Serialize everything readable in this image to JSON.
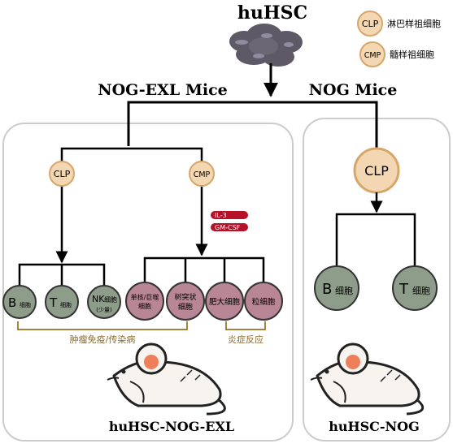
{
  "title": "huHSC",
  "legend": {
    "clp_abbr": "CLP",
    "clp_label": "淋巴样祖细胞",
    "cmp_abbr": "CMP",
    "cmp_label": "髓样祖细胞"
  },
  "left_mouse_label": "NOG-EXL Mice",
  "right_mouse_label": "NOG Mice",
  "left_panel": {
    "clp": "CLP",
    "cmp": "CMP",
    "cytokines": [
      "IL-3",
      "GM-CSF"
    ],
    "lymphoid_cells": [
      {
        "letter": "B",
        "sub": "细胞"
      },
      {
        "letter": "T",
        "sub": "细胞"
      },
      {
        "letter": "NK",
        "sub": "细胞",
        "note": "(少量)"
      }
    ],
    "myeloid_cells": [
      {
        "line1": "单核/巨噬",
        "line2": "细胞"
      },
      {
        "line1": "树突状",
        "line2": "细胞"
      },
      {
        "line1": "肥大细胞",
        "line2": ""
      },
      {
        "line1": "粒细胞",
        "line2": ""
      }
    ],
    "bracket_left_label": "肿瘤免疫/传染病",
    "bracket_right_label": "炎症反应",
    "model_name": "huHSC-NOG-EXL"
  },
  "right_panel": {
    "clp": "CLP",
    "cells": [
      {
        "letter": "B",
        "sub": "细胞"
      },
      {
        "letter": "T",
        "sub": "细胞"
      }
    ],
    "model_name": "huHSC-NOG"
  },
  "colors": {
    "progenitor_fill": "#f3d7b3",
    "progenitor_stroke": "#d6a66b",
    "lymphoid_fill": "#8e9c8a",
    "myeloid_fill": "#b98696",
    "cytokine_badge": "#b5122a",
    "bracket": "#a7823f",
    "panel_border": "#cccccc",
    "cloud": "#5d5966"
  }
}
